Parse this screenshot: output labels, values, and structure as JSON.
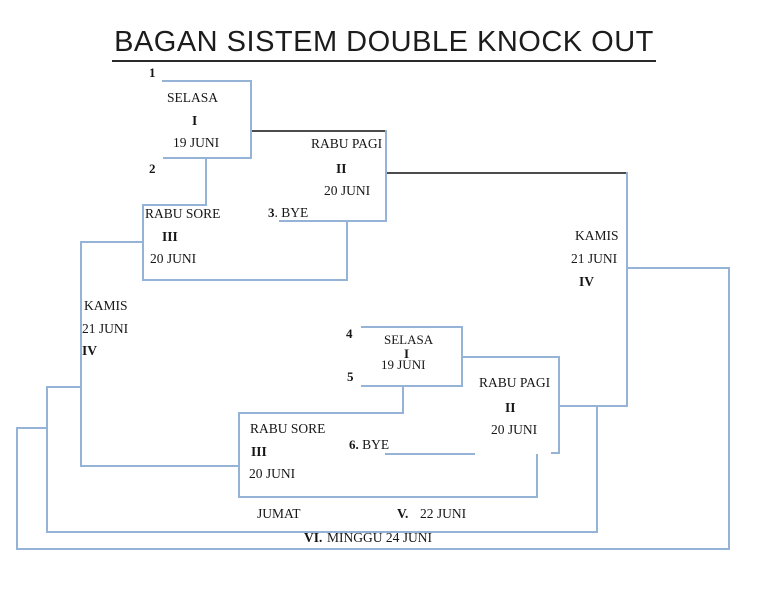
{
  "title": "BAGAN SISTEM DOUBLE KNOCK OUT",
  "colors": {
    "line": "#95b3d7",
    "connector_dark": "#4c4c4c",
    "text": "#161616"
  },
  "upper_bracket": {
    "slot1": "1",
    "slot2": "2",
    "match1": {
      "day": "SELASA",
      "round": "I",
      "date": "19 JUNI"
    },
    "match2": {
      "day": "RABU PAGI",
      "round": "II",
      "date": "20 JUNI"
    },
    "slot3": {
      "num": "3",
      "label": ". BYE"
    },
    "match3": {
      "day": "RABU SORE",
      "round": "III",
      "date": "20 JUNI"
    },
    "semifinal_left": {
      "day": "KAMIS",
      "date": "21 JUNI",
      "round": "IV"
    },
    "semifinal_right": {
      "day": "KAMIS",
      "date": "21 JUNI",
      "round": "IV"
    }
  },
  "lower_bracket": {
    "slot4": "4",
    "slot5": "5",
    "match1": {
      "day": "SELASA",
      "round": "I",
      "date": "19 JUNI"
    },
    "match2": {
      "day": "RABU PAGI",
      "round": "II",
      "date": "20 JUNI"
    },
    "slot6": {
      "num": "6.",
      "label": " BYE"
    },
    "match3": {
      "day": "RABU SORE",
      "round": "III",
      "date": "20 JUNI"
    }
  },
  "finals": {
    "final": {
      "day": "JUMAT",
      "round": "V.",
      "date": "22 JUNI"
    },
    "grand_final": {
      "round": "VI.",
      "date": "MINGGU 24 JUNI"
    }
  }
}
